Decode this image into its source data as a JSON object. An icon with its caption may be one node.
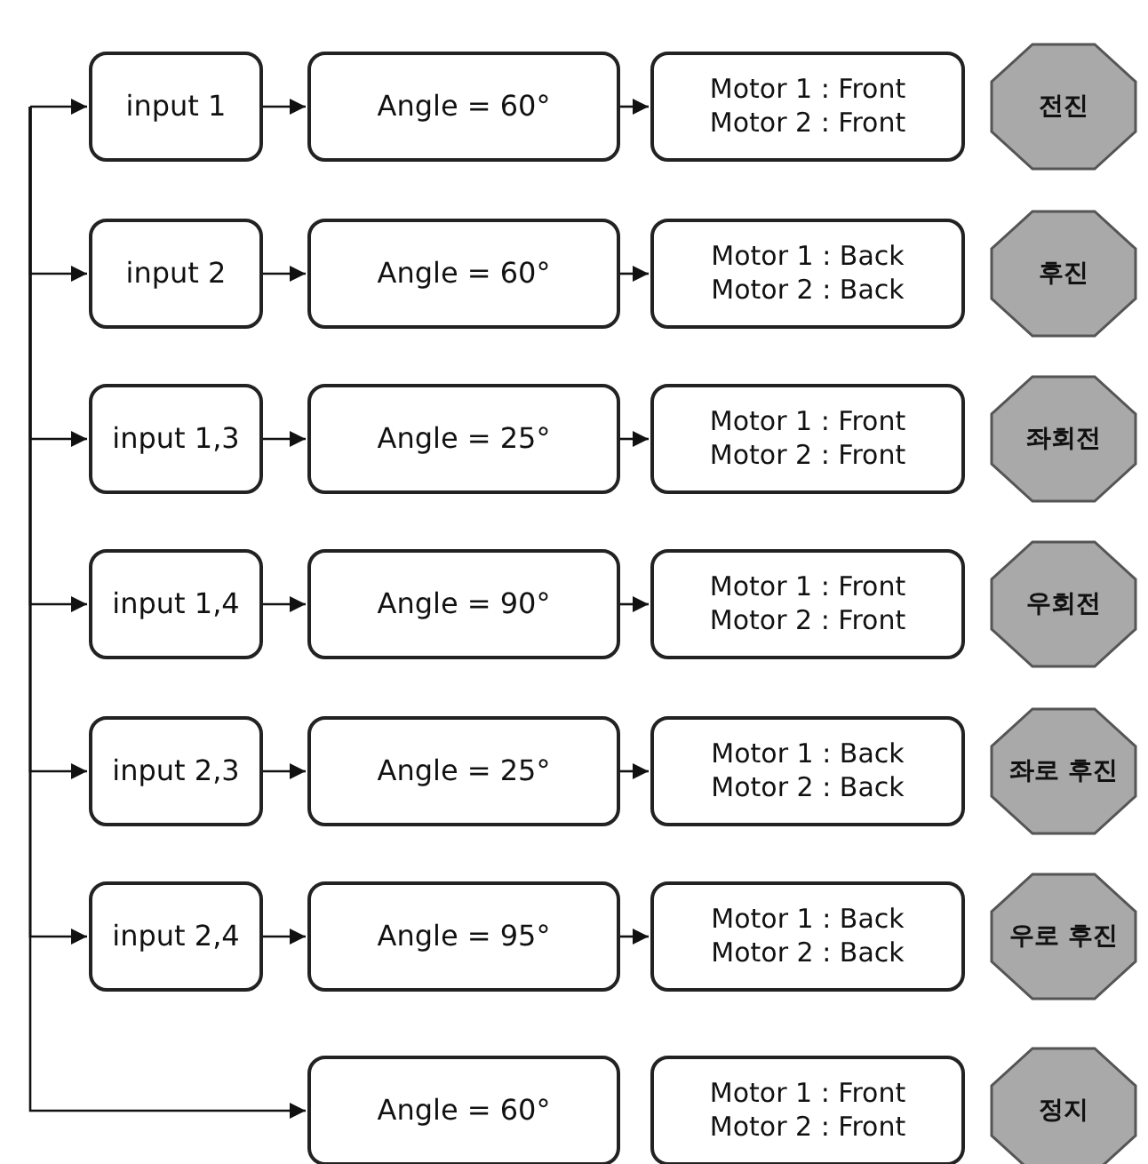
{
  "diagram": {
    "nodes": [
      {
        "text": [
          "input 1"
        ]
      },
      {
        "text": [
          "Angle = 60°"
        ]
      },
      {
        "text": [
          "Motor 1 : Front",
          "Motor 2 : Front"
        ]
      },
      {
        "text": [
          "전진"
        ]
      },
      {
        "text": [
          "input 2"
        ]
      },
      {
        "text": [
          "Angle = 60°"
        ]
      },
      {
        "text": [
          "Motor 1 : Back",
          "Motor 2 : Back"
        ]
      },
      {
        "text": [
          "후진"
        ]
      },
      {
        "text": [
          "input 1,3"
        ]
      },
      {
        "text": [
          "Angle = 25°"
        ]
      },
      {
        "text": [
          "Motor 1 : Front",
          "Motor 2 : Front"
        ]
      },
      {
        "text": [
          "좌회전"
        ]
      },
      {
        "text": [
          "input 1,4"
        ]
      },
      {
        "text": [
          "Angle = 90°"
        ]
      },
      {
        "text": [
          "Motor 1 : Front",
          "Motor 2 : Front"
        ]
      },
      {
        "text": [
          "우회전"
        ]
      },
      {
        "text": [
          "input 2,3"
        ]
      },
      {
        "text": [
          "Angle = 25°"
        ]
      },
      {
        "text": [
          "Motor 1 : Back",
          "Motor 2 : Back"
        ]
      },
      {
        "text": [
          "좌로 후진"
        ]
      },
      {
        "text": [
          "input 2,4"
        ]
      },
      {
        "text": [
          "Angle = 95°"
        ]
      },
      {
        "text": [
          "Motor 1 : Back",
          "Motor 2 : Back"
        ]
      },
      {
        "text": [
          "우로 후진"
        ]
      },
      {
        "text": [
          "Angle = 60°"
        ]
      },
      {
        "text": [
          "Motor 1 : Front",
          "Motor 2 : Front"
        ]
      },
      {
        "text": [
          "정지"
        ]
      }
    ],
    "edges": [
      {
        "from": null,
        "to": 0,
        "arrow": "to"
      },
      {
        "from": null,
        "to": 4,
        "arrow": "to"
      },
      {
        "from": null,
        "to": 8,
        "arrow": "to"
      },
      {
        "from": null,
        "to": 12,
        "arrow": "to"
      },
      {
        "from": null,
        "to": 16,
        "arrow": "to"
      },
      {
        "from": null,
        "to": 20,
        "arrow": "to"
      },
      {
        "from": null,
        "to": 24,
        "arrow": "to"
      },
      {
        "from": 0,
        "to": 1,
        "arrow": "to"
      },
      {
        "from": 1,
        "to": 2,
        "arrow": "to"
      },
      {
        "from": 4,
        "to": 5,
        "arrow": "to"
      },
      {
        "from": 5,
        "to": 6,
        "arrow": "to"
      },
      {
        "from": 8,
        "to": 9,
        "arrow": "to"
      },
      {
        "from": 9,
        "to": 10,
        "arrow": "to"
      },
      {
        "from": 12,
        "to": 13,
        "arrow": "to"
      },
      {
        "from": 13,
        "to": 14,
        "arrow": "to"
      },
      {
        "from": 16,
        "to": 17,
        "arrow": "to"
      },
      {
        "from": 17,
        "to": 18,
        "arrow": "to"
      },
      {
        "from": 20,
        "to": 21,
        "arrow": "to"
      },
      {
        "from": 21,
        "to": 22,
        "arrow": "to"
      }
    ]
  }
}
